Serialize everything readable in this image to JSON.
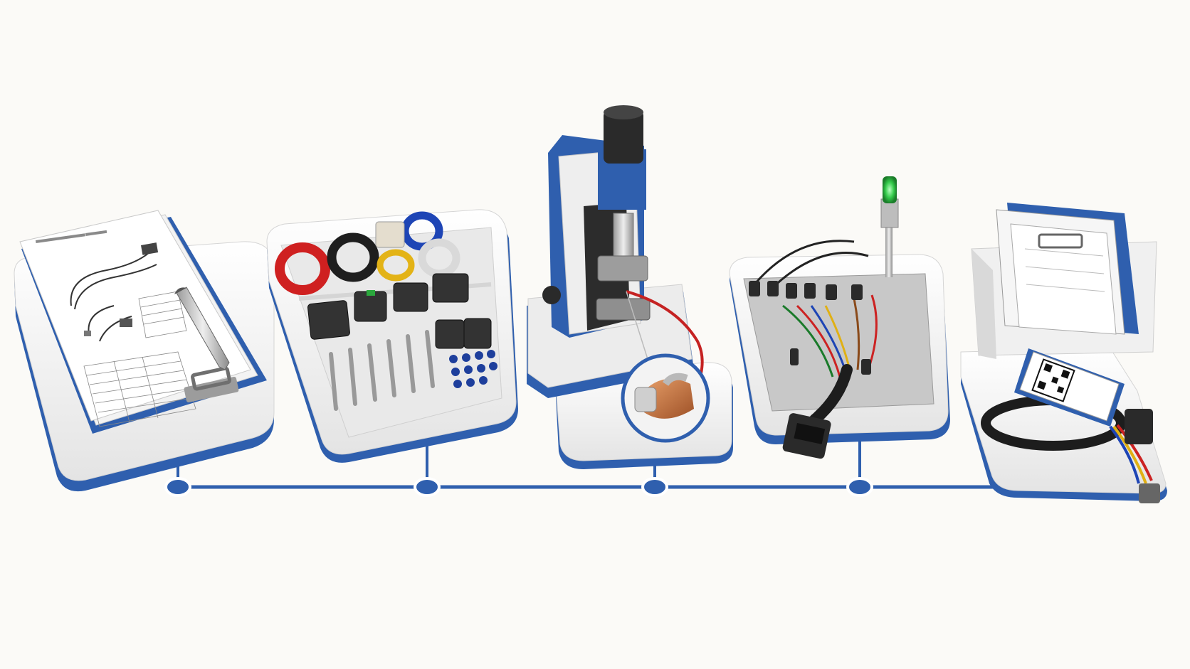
{
  "diagram": {
    "stages": [
      {
        "id": "design",
        "name": "drawing-clipboard-station"
      },
      {
        "id": "materials",
        "name": "component-kit-tray"
      },
      {
        "id": "crimping",
        "name": "crimping-press-station"
      },
      {
        "id": "assembly",
        "name": "harness-assembly-board"
      },
      {
        "id": "delivery",
        "name": "finished-harness-archive"
      }
    ],
    "timeline_nodes": 4,
    "colors": {
      "accent_blue": "#2f5fae",
      "platform": "#f1f1f1",
      "status_light": "#33c94a",
      "copper": "#c9753f"
    },
    "icons": [
      "pen-icon",
      "qr-code-icon",
      "status-light-icon",
      "magnifier-inset-icon"
    ]
  }
}
